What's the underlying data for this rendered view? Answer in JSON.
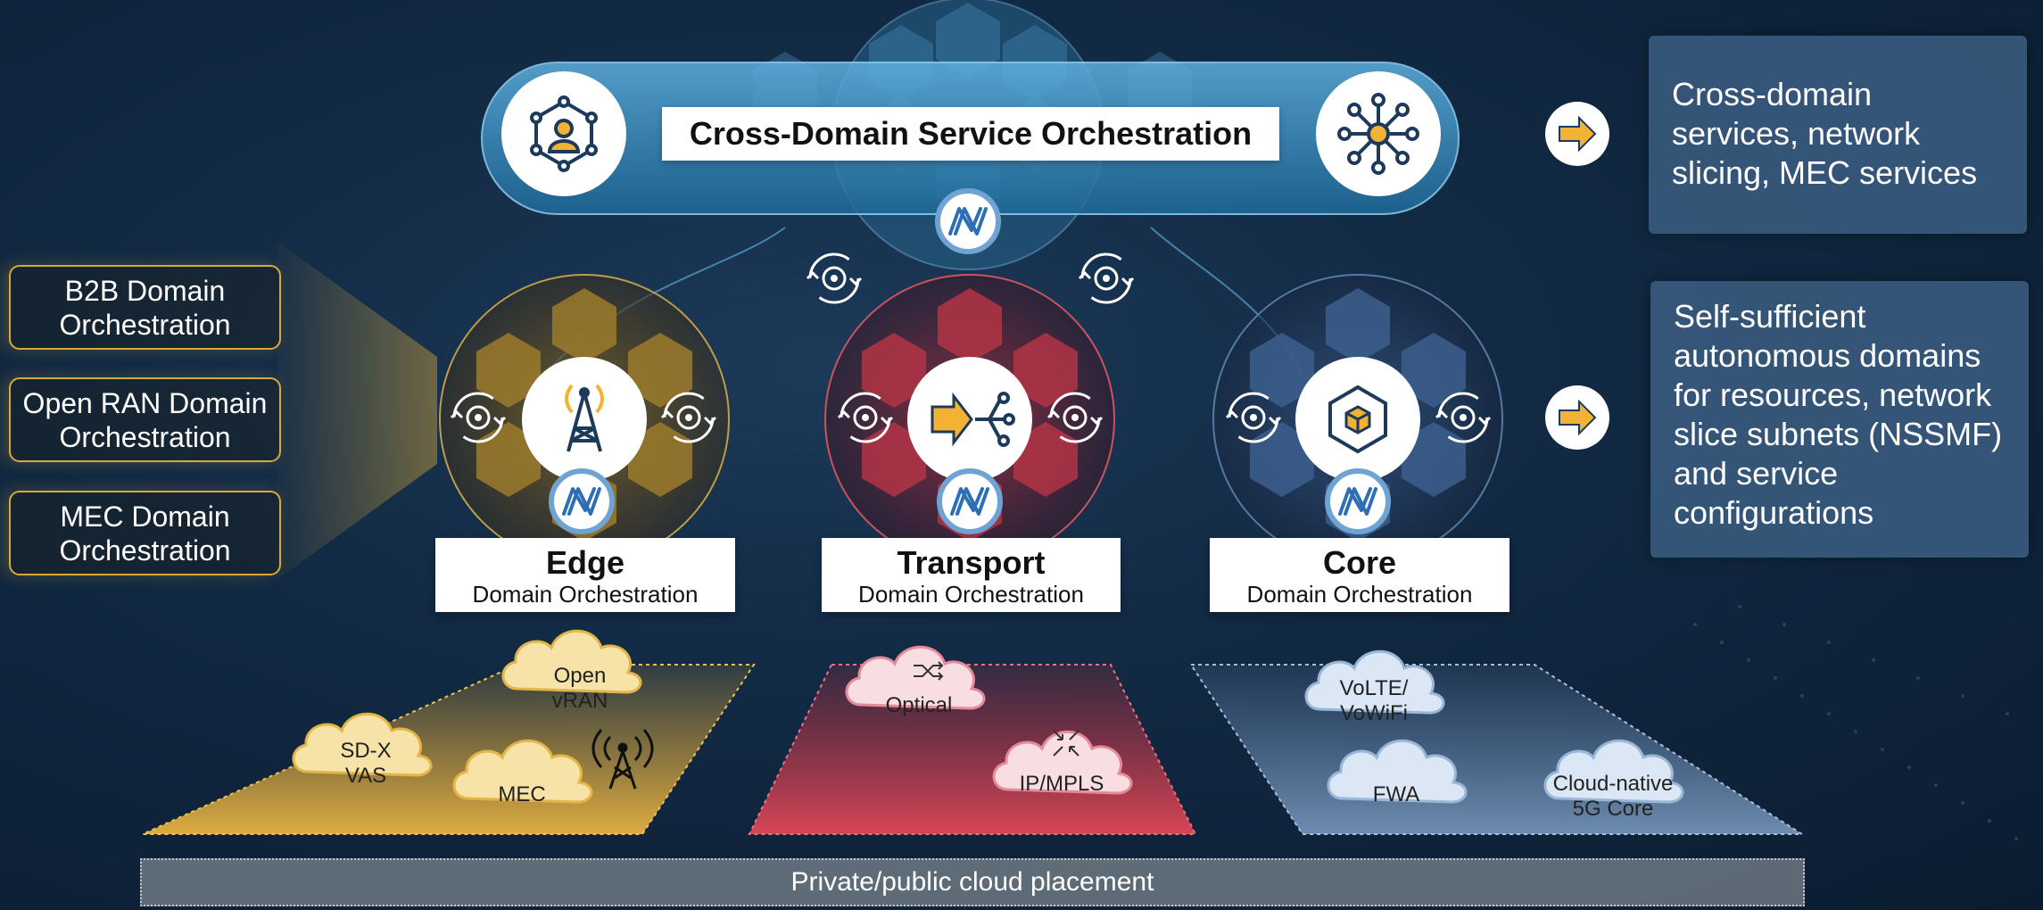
{
  "top": {
    "title": "Cross-Domain Service Orchestration",
    "left_icon": "people-network-icon",
    "right_icon": "hub-network-icon",
    "logo_icon": "n-logo-icon"
  },
  "left_boxes": [
    {
      "label": "B2B Domain\nOrchestration"
    },
    {
      "label": "Open RAN Domain\nOrchestration"
    },
    {
      "label": "MEC Domain\nOrchestration"
    }
  ],
  "right_boxes": [
    {
      "text": "Cross-domain services, network slicing, MEC services"
    },
    {
      "text": "Self-sufficient autonomous domains for resources, network slice subnets (NSSMF) and service configurations"
    }
  ],
  "domains": [
    {
      "title": "Edge",
      "subtitle": "Domain Orchestration",
      "color": "#d9a63a",
      "icon": "radio-tower-icon"
    },
    {
      "title": "Transport",
      "subtitle": "Domain Orchestration",
      "color": "#c2303f",
      "icon": "arrow-routing-icon"
    },
    {
      "title": "Core",
      "subtitle": "Domain Orchestration",
      "color": "#6e8fb8",
      "icon": "cube-hexagon-icon"
    }
  ],
  "clouds": {
    "edge": [
      "Open\nvRAN",
      "SD-X\nVAS",
      "MEC"
    ],
    "transport": [
      "Optical",
      "IP/MPLS"
    ],
    "core": [
      "VoLTE/\nVoWiFi",
      "FWA",
      "Cloud-native\n5G Core"
    ]
  },
  "bottom": {
    "label": "Private/public cloud placement"
  },
  "colors": {
    "edge": "#d9a63a",
    "transport": "#c2303f",
    "core": "#6e8fb8",
    "accent_arrow": "#f2b233"
  }
}
